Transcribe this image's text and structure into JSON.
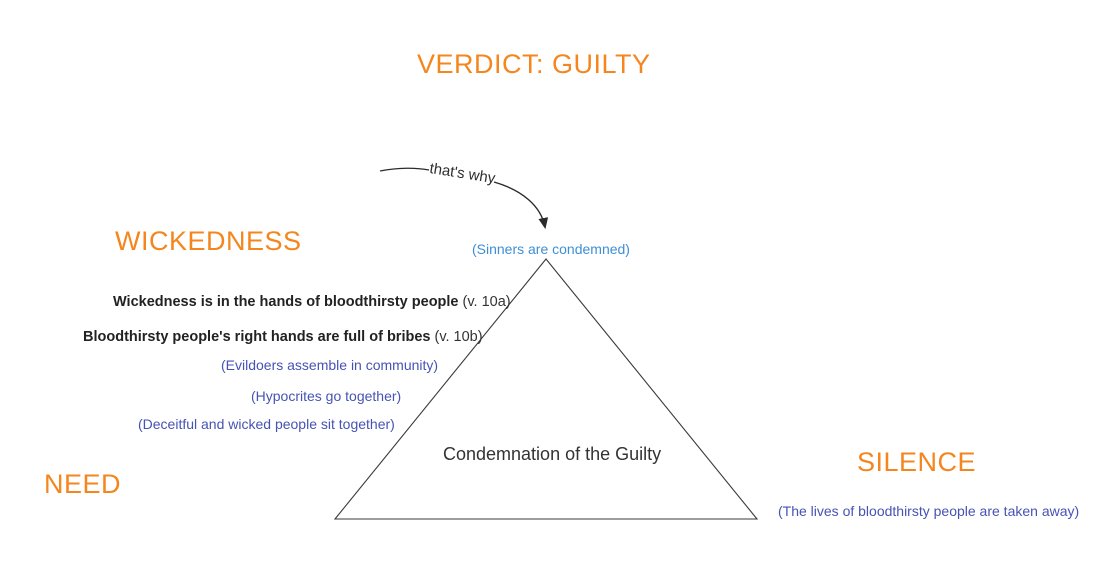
{
  "title": "VERDICT: GUILTY",
  "headings": {
    "wickedness": "WICKEDNESS",
    "need": "NEED",
    "silence": "SILENCE"
  },
  "arrow": {
    "label": "that's why"
  },
  "triangle": {
    "apex_note": "(Sinners are condemned)",
    "label": "Condemnation of the Guilty"
  },
  "verses": [
    {
      "bold": "Wickedness is in the hands of bloodthirsty people",
      "ref": " (v. 10a)"
    },
    {
      "bold": "Bloodthirsty people's right hands are full of bribes",
      "ref": " (v. 10b)"
    }
  ],
  "parentheticals": {
    "left": [
      "(Evildoers assemble in community)",
      "(Hypocrites go together)",
      "(Deceitful and wicked people sit together)"
    ],
    "bottom_right": "(The lives of bloodthirsty people are taken away)"
  },
  "colors": {
    "orange": "#F5861D",
    "light_blue": "#3E8FD6",
    "indigo": "#4653B4",
    "line": "#3A3A3A",
    "ink": "#222222"
  }
}
